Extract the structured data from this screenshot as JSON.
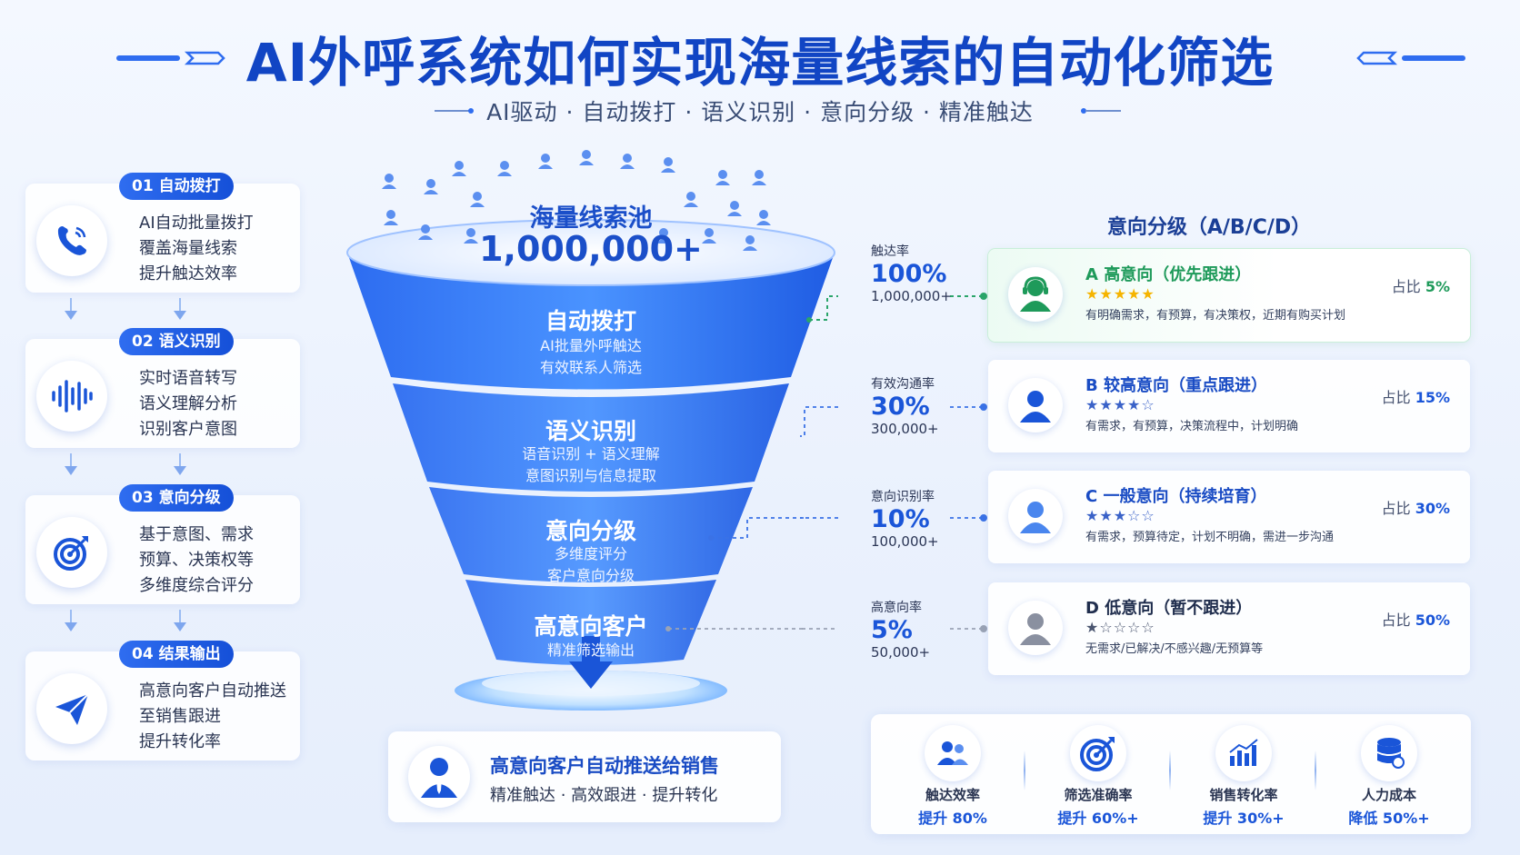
{
  "header": {
    "title": "AI外呼系统如何实现海量线索的自动化筛选",
    "subtitle": "AI驱动 · 自动拨打 · 语义识别 · 意向分级 · 精准触达"
  },
  "steps": [
    {
      "badge": "01 自动拨打",
      "lines": [
        "AI自动批量拨打",
        "覆盖海量线索",
        "提升触达效率"
      ],
      "icon": "phone-icon"
    },
    {
      "badge": "02 语义识别",
      "lines": [
        "实时语音转写",
        "语义理解分析",
        "识别客户意图"
      ],
      "icon": "sound-wave-icon"
    },
    {
      "badge": "03 意向分级",
      "lines": [
        "基于意图、需求",
        "预算、决策权等",
        "多维度综合评分"
      ],
      "icon": "target-icon"
    },
    {
      "badge": "04 结果输出",
      "lines": [
        "高意向客户自动推送",
        "至销售跟进",
        "提升转化率"
      ],
      "icon": "paper-plane-icon"
    }
  ],
  "funnel": {
    "pool_title": "海量线索池",
    "pool_count": "1,000,000+",
    "layers": [
      {
        "title": "自动拨打",
        "lines": [
          "AI批量外呼触达",
          "有效联系人筛选"
        ]
      },
      {
        "title": "语义识别",
        "lines": [
          "语音识别 + 语义理解",
          "意图识别与信息提取"
        ]
      },
      {
        "title": "意向分级",
        "lines": [
          "多维度评分",
          "客户意向分级"
        ]
      },
      {
        "title": "高意向客户",
        "lines": [
          "精准筛选输出"
        ]
      }
    ]
  },
  "metrics": [
    {
      "label": "触达率",
      "value": "100%",
      "count": "1,000,000+"
    },
    {
      "label": "有效沟通率",
      "value": "30%",
      "count": "300,000+"
    },
    {
      "label": "意向识别率",
      "value": "10%",
      "count": "100,000+"
    },
    {
      "label": "高意向率",
      "value": "5%",
      "count": "50,000+"
    }
  ],
  "grading": {
    "title": "意向分级（A/B/C/D）",
    "levels": [
      {
        "name": "A 高意向（优先跟进）",
        "stars": "★★★★★",
        "desc": "有明确需求，有预算，有决策权，近期有购买计划",
        "ratio_label": "占比",
        "ratio": "5%",
        "color": "#1e9a5a",
        "star_color": "#f5b400"
      },
      {
        "name": "B 较高意向（重点跟进）",
        "stars": "★★★★☆",
        "desc": "有需求，有预算，决策流程中，计划明确",
        "ratio_label": "占比",
        "ratio": "15%",
        "color": "#1a4cc4",
        "star_color": "#3a62c8"
      },
      {
        "name": "C 一般意向（持续培育）",
        "stars": "★★★☆☆",
        "desc": "有需求，预算待定，计划不明确，需进一步沟通",
        "ratio_label": "占比",
        "ratio": "30%",
        "color": "#1a4cc4",
        "star_color": "#3a62c8"
      },
      {
        "name": "D 低意向（暂不跟进）",
        "stars": "★☆☆☆☆",
        "desc": "无需求/已解决/不感兴趣/无预算等",
        "ratio_label": "占比",
        "ratio": "50%",
        "color": "#1f2d4d",
        "star_color": "#4a5570"
      }
    ]
  },
  "push": {
    "title": "高意向客户自动推送给销售",
    "subtitle": "精准触达 · 高效跟进 · 提升转化"
  },
  "stats": [
    {
      "label": "触达效率",
      "value": "提升 80%",
      "icon": "people-icon"
    },
    {
      "label": "筛选准确率",
      "value": "提升 60%+",
      "icon": "target-icon"
    },
    {
      "label": "销售转化率",
      "value": "提升 30%+",
      "icon": "bar-chart-icon"
    },
    {
      "label": "人力成本",
      "value": "降低 50%+",
      "icon": "database-icon"
    }
  ],
  "colors": {
    "primary": "#1a55d8",
    "title": "#1145c4",
    "funnel_top": "#3d86ff",
    "funnel_bottom": "#1d5ee6"
  }
}
